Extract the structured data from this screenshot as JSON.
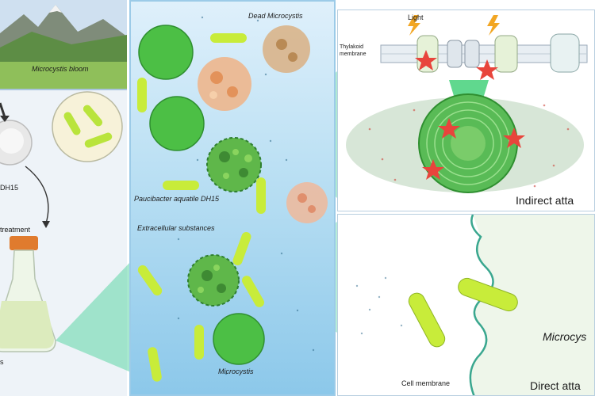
{
  "left": {
    "bloom_label": "Microcystis bloom",
    "strain_label": "DH15",
    "treatment_label": "treatment",
    "flask_label": "s"
  },
  "middle": {
    "dead_label": "Dead Microcystis",
    "bacteria_label": "Paucibacter aquatile DH15",
    "extracellular_label": "Extracellular substances",
    "microcystis_label": "Microcystis"
  },
  "top_right": {
    "light_label": "Light",
    "thylakoid_label": "Thylakoid membrane",
    "indirect_label": "Indirect atta"
  },
  "bottom_right": {
    "cell_membrane_label": "Cell membrane",
    "microcystis_label": "Microcys",
    "direct_label": "Direct atta"
  },
  "colors": {
    "cell_green": "#4cbf45",
    "bacteria": "#c8ec3a",
    "stress_red": "#e8453c",
    "flow_teal": "#5fd6a6"
  }
}
